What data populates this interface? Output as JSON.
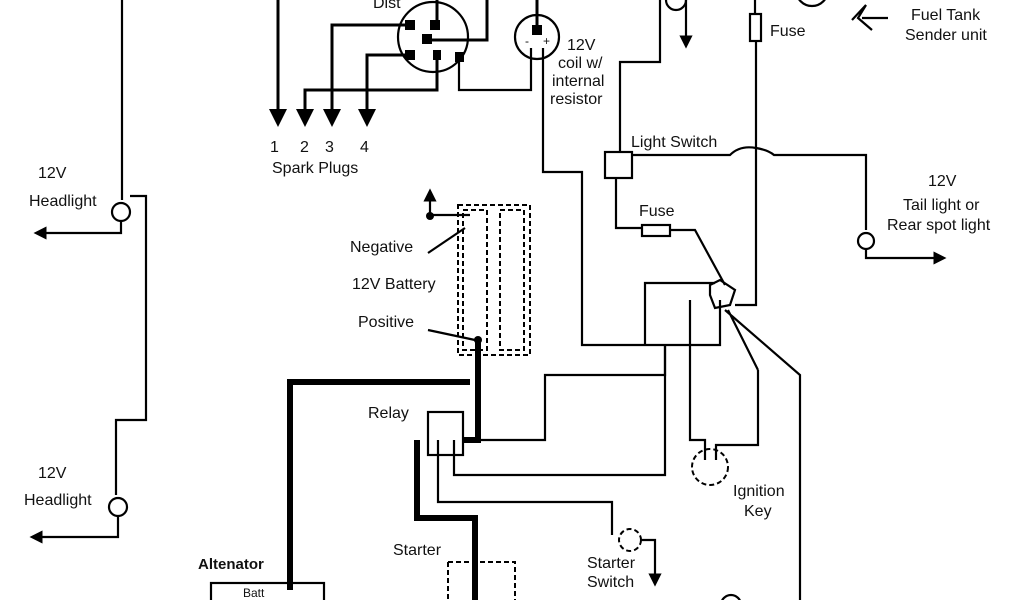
{
  "labels": {
    "dist": "Dist",
    "coil_12v": "12V",
    "coil_line2": "coil w/",
    "coil_line3": "internal",
    "coil_line4": "resistor",
    "spark_numbers": [
      "1",
      "2",
      "3",
      "4"
    ],
    "spark_plugs": "Spark Plugs",
    "fuse_top": "Fuse",
    "fuel_tank_1": "Fuel Tank",
    "fuel_tank_2": "Sender unit",
    "light_switch": "Light Switch",
    "fuse_mid": "Fuse",
    "tail_12v": "12V",
    "tail_1": "Tail light or",
    "tail_2": "Rear spot light",
    "headlight1_12v": "12V",
    "headlight1": "Headlight",
    "headlight2_12v": "12V",
    "headlight2": "Headlight",
    "negative": "Negative",
    "battery": "12V Battery",
    "positive": "Positive",
    "relay": "Relay",
    "ignition_1": "Ignition",
    "ignition_2": "Key",
    "starter": "Starter",
    "starter_switch_1": "Starter",
    "starter_switch_2": "Switch",
    "alternator": "Altenator",
    "batt": "Batt",
    "coil_minus": "-",
    "coil_plus": "+"
  },
  "colors": {
    "line": "#000000",
    "background": "#ffffff"
  }
}
